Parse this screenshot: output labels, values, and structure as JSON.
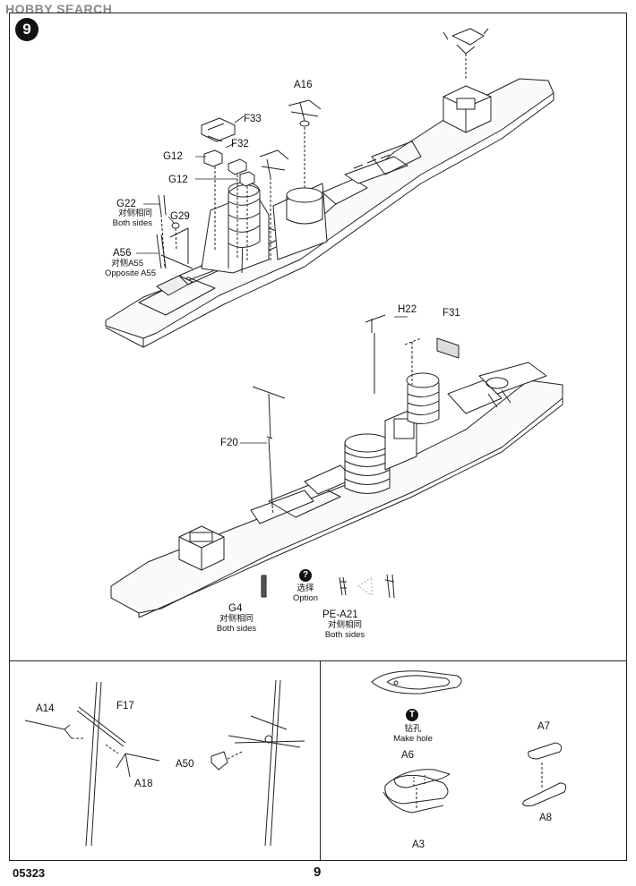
{
  "watermark": "HOBBY SEARCH",
  "step_number": "9",
  "footer": {
    "product_code": "05323",
    "page_number": "9"
  },
  "top_assembly": {
    "labels": {
      "A16": "A16",
      "F33": "F33",
      "F32": "F32",
      "G12a": "G12",
      "G12b": "G12",
      "G22": "G22",
      "G29": "G29",
      "A56": "A56"
    },
    "notes": {
      "g22_cn": "对侧相同",
      "g22_en": "Both sides",
      "a56_cn": "对侧A55",
      "a56_en": "Opposite A55"
    }
  },
  "middle_assembly": {
    "labels": {
      "H22": "H22",
      "F31": "F31",
      "F20": "F20",
      "G4": "G4",
      "PE_A21": "PE-A21"
    },
    "notes": {
      "g4_cn": "对侧相同",
      "g4_en": "Both sides",
      "pe_cn": "对侧相同",
      "pe_en": "Both sides",
      "option_icon": "?",
      "option_cn": "选择",
      "option_en": "Option"
    }
  },
  "mast_panel": {
    "labels": {
      "A14": "A14",
      "F17": "F17",
      "A18": "A18",
      "A50": "A50"
    }
  },
  "boat_panel": {
    "labels": {
      "A6": "A6",
      "A3": "A3",
      "A7": "A7",
      "A8": "A8"
    },
    "notes": {
      "drill_icon": "T",
      "drill_cn": "钻孔",
      "drill_en": "Make hole"
    }
  }
}
